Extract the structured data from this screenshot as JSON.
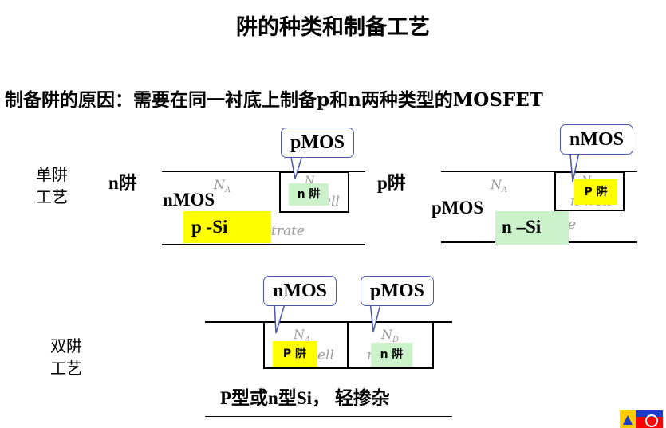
{
  "title": "阱的种类和制备工艺",
  "reason": "制备阱的原因：需要在同一衬底上制备p和n两种类型的MOSFET",
  "single_well": {
    "label_line1": "单阱",
    "label_line2": "工艺",
    "nwell": {
      "heading": "n阱",
      "device_label": "nMOS",
      "callout": "pMOS",
      "well_tag": "n 阱",
      "substrate_tag": "p -Si",
      "faint_na": "N",
      "faint_a": "A",
      "faint_nd": "N",
      "faint_well": "n well",
      "faint_substrate": "trate"
    },
    "pwell": {
      "heading": "p阱",
      "device_label": "pMOS",
      "callout": "nMOS",
      "well_tag": "P 阱",
      "substrate_tag": "n –Si",
      "faint_na": "N",
      "faint_a": "A",
      "faint_nd": "N",
      "faint_well": "n well",
      "faint_substrate": "e"
    }
  },
  "twin_well": {
    "label_line1": "双阱",
    "label_line2": "工艺",
    "callout_left": "nMOS",
    "callout_right": "pMOS",
    "tag_left": "P 阱",
    "tag_right": "n 阱",
    "faint_left": "N",
    "faint_left_sub": "A",
    "faint_left_well": "ell",
    "faint_right": "N",
    "faint_right_sub": "D",
    "faint_right_well": "n",
    "substrate_text": "P型或n型Si， 轻掺杂"
  },
  "colors": {
    "yellow": "#ffff00",
    "green": "#ccf2cc",
    "callout_border": "#4a58b0"
  }
}
